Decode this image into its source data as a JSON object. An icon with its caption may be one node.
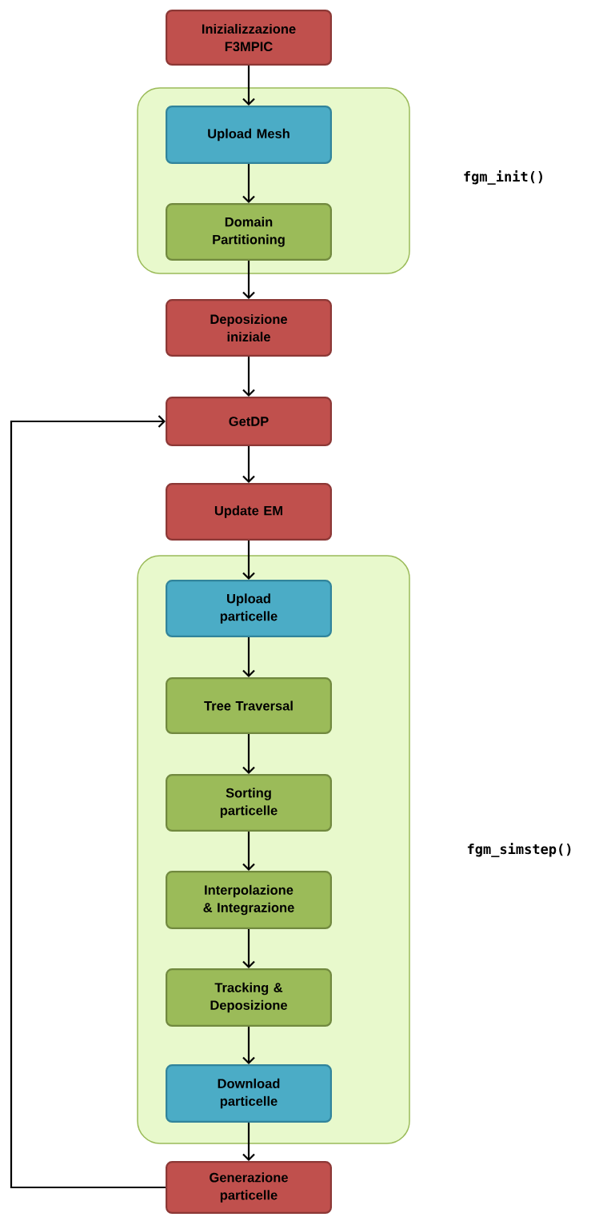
{
  "diagram": {
    "nodes": [
      {
        "text": [
          "Inizializzazione F3MPIC"
        ]
      },
      {
        "text": [],
        "shape": "box"
      },
      {
        "text": [
          "Upload Mesh"
        ],
        "in": 1
      },
      {
        "text": [
          "Domain Partitioning"
        ],
        "in": 1
      },
      {
        "text": [
          "Deposizione iniziale"
        ]
      },
      {
        "text": [
          "GetDP"
        ]
      },
      {
        "text": [
          "Update EM"
        ]
      },
      {
        "text": [],
        "shape": "box"
      },
      {
        "text": [
          "Upload particelle"
        ],
        "in": 7
      },
      {
        "text": [
          "Tree Traversal"
        ],
        "in": 7
      },
      {
        "text": [
          "Sorting particelle"
        ],
        "in": 7
      },
      {
        "text": [
          "Interpolazione & Integrazione"
        ],
        "in": 7
      },
      {
        "text": [
          "Tracking & Deposizione"
        ],
        "in": 7
      },
      {
        "text": [
          "Download particelle"
        ],
        "in": 7
      },
      {
        "text": [
          "Generazione particelle"
        ]
      }
    ],
    "edges": [
      {
        "from": 0,
        "to": 2,
        "arrow": "to"
      },
      {
        "from": 2,
        "to": 3,
        "arrow": "to"
      },
      {
        "from": 3,
        "to": 4,
        "arrow": "to"
      },
      {
        "from": 4,
        "to": 5,
        "arrow": "to"
      },
      {
        "from": 5,
        "to": 6,
        "arrow": "to"
      },
      {
        "from": 6,
        "to": 8,
        "arrow": "to"
      },
      {
        "from": 8,
        "to": 9,
        "arrow": "to"
      },
      {
        "from": 9,
        "to": 10,
        "arrow": "to"
      },
      {
        "from": 10,
        "to": 11,
        "arrow": "to"
      },
      {
        "from": 11,
        "to": 12,
        "arrow": "to"
      },
      {
        "from": 12,
        "to": 13,
        "arrow": "to"
      },
      {
        "from": 13,
        "to": 14,
        "arrow": "to"
      },
      {
        "from": 14,
        "to": 5,
        "arrow": "to"
      }
    ],
    "labels": [
      "fgm_init()",
      "fgm_simstep()"
    ]
  }
}
